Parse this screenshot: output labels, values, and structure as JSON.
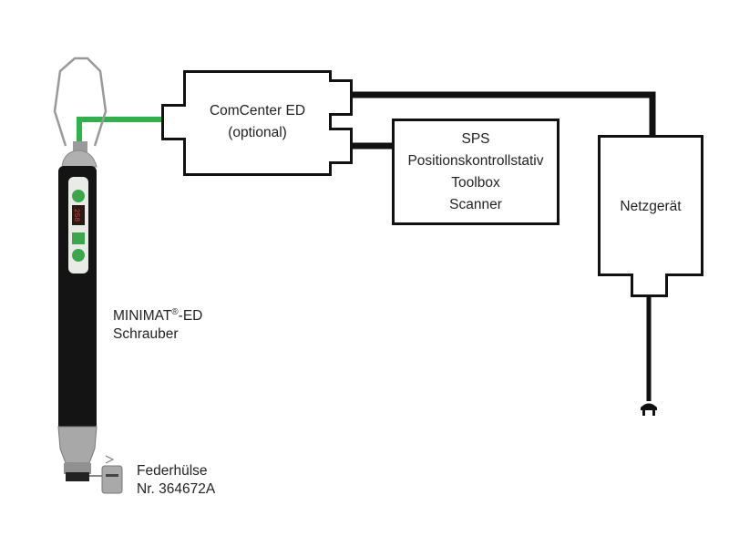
{
  "diagram": {
    "tool": {
      "name_prefix": "MINIMAT",
      "registered": "®",
      "name_suffix": "-ED",
      "type": "Schrauber",
      "display_value": "258",
      "colors": {
        "body": "#111111",
        "cable": "#2db34a",
        "panel": "#e9ece6",
        "buttons": "#3aa84a",
        "display_digits": "#e0452a"
      }
    },
    "comcenter": {
      "line1": "ComCenter ED",
      "line2": "(optional)"
    },
    "sps_box": {
      "lines": [
        "SPS",
        "Positionskontrollstativ",
        "Toolbox",
        "Scanner"
      ]
    },
    "power_supply": {
      "label": "Netzgerät"
    },
    "collet": {
      "line1": "Federhülse",
      "line2": "Nr. 364672A"
    }
  }
}
